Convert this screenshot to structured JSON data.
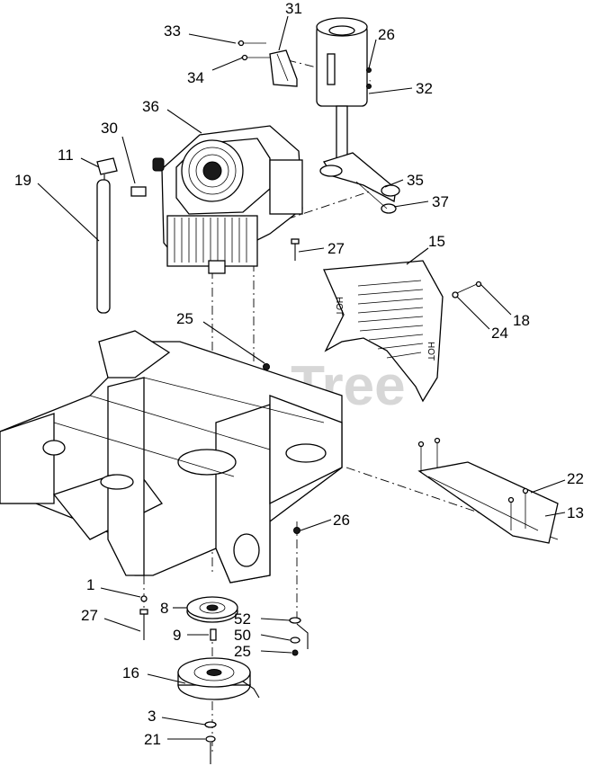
{
  "watermark": "PartsTree",
  "callouts": [
    {
      "id": "c31",
      "text": "31"
    },
    {
      "id": "c33",
      "text": "33"
    },
    {
      "id": "c26a",
      "text": "26"
    },
    {
      "id": "c34",
      "text": "34"
    },
    {
      "id": "c32",
      "text": "32"
    },
    {
      "id": "c36",
      "text": "36"
    },
    {
      "id": "c30",
      "text": "30"
    },
    {
      "id": "c11",
      "text": "11"
    },
    {
      "id": "c35",
      "text": "35"
    },
    {
      "id": "c19",
      "text": "19"
    },
    {
      "id": "c37",
      "text": "37"
    },
    {
      "id": "c27a",
      "text": "27"
    },
    {
      "id": "c15",
      "text": "15"
    },
    {
      "id": "c18",
      "text": "18"
    },
    {
      "id": "c24",
      "text": "24"
    },
    {
      "id": "c25a",
      "text": "25"
    },
    {
      "id": "c22",
      "text": "22"
    },
    {
      "id": "c13",
      "text": "13"
    },
    {
      "id": "c26b",
      "text": "26"
    },
    {
      "id": "c1",
      "text": "1"
    },
    {
      "id": "c8",
      "text": "8"
    },
    {
      "id": "c27b",
      "text": "27"
    },
    {
      "id": "c52",
      "text": "52"
    },
    {
      "id": "c9",
      "text": "9"
    },
    {
      "id": "c50",
      "text": "50"
    },
    {
      "id": "c25b",
      "text": "25"
    },
    {
      "id": "c16",
      "text": "16"
    },
    {
      "id": "c3",
      "text": "3"
    },
    {
      "id": "c21",
      "text": "21"
    }
  ],
  "guard_label": "HOT"
}
